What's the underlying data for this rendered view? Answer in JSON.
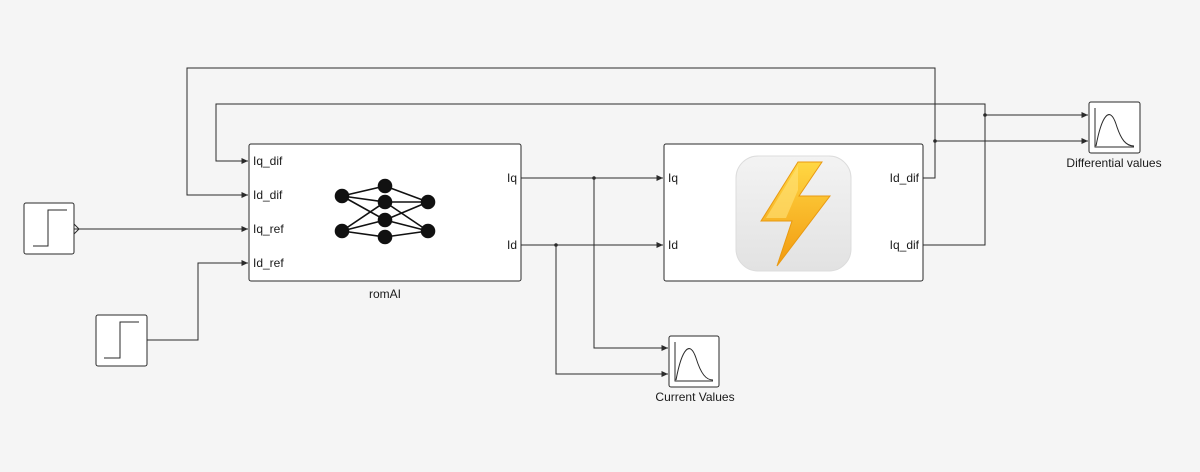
{
  "blocks": {
    "step_1": {
      "icon": "step-function-icon"
    },
    "step_2": {
      "icon": "step-function-icon"
    },
    "romai": {
      "caption": "romAI",
      "icon": "neural-network-icon",
      "inputs": [
        "Iq_dif",
        "Id_dif",
        "Iq_ref",
        "Id_ref"
      ],
      "outputs": [
        "Iq",
        "Id"
      ]
    },
    "plant": {
      "icon": "lightning-bolt-icon",
      "inputs": [
        "Iq",
        "Id"
      ],
      "outputs": [
        "Id_dif",
        "Iq_dif"
      ]
    },
    "scope_current": {
      "caption": "Current Values",
      "icon": "scope-waveform-icon"
    },
    "scope_differential": {
      "caption": "Differential values",
      "icon": "scope-waveform-icon"
    }
  },
  "colors": {
    "background": "#f5f5f5",
    "block_fill": "#ffffff",
    "block_border": "#2a2a2a",
    "wire": "#2b2b2b",
    "bolt_yellow": "#f8c21e",
    "bolt_orange": "#f39a12",
    "icon_tile": "#ececec"
  }
}
